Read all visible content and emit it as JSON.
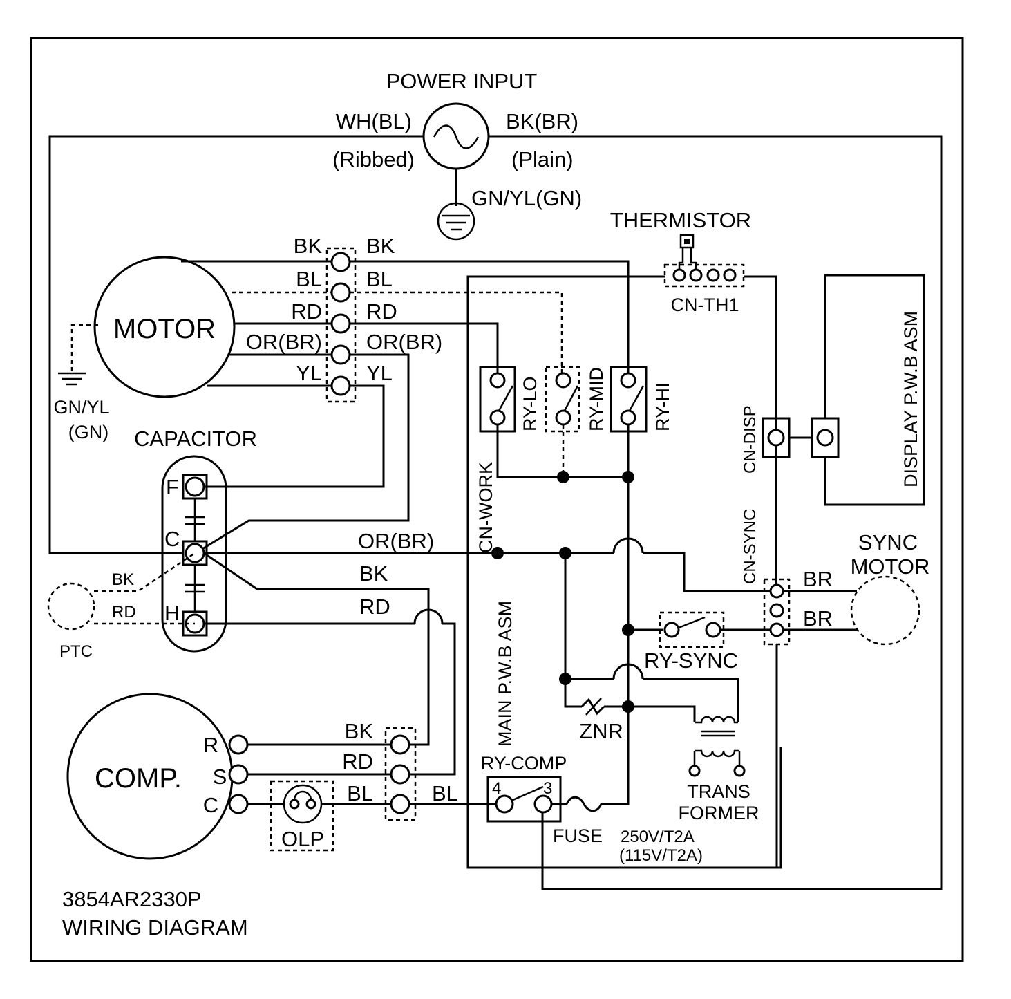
{
  "labels": {
    "power_input": "POWER INPUT",
    "wh_bl": "WH(BL)",
    "ribbed": "(Ribbed)",
    "bk_br": "BK(BR)",
    "plain": "(Plain)",
    "gn_yl_gn": "GN/YL(GN)",
    "thermistor": "THERMISTOR",
    "cn_th1": "CN-TH1",
    "motor": "MOTOR",
    "gn_yl": "GN/YL",
    "gn": "(GN)",
    "capacitor": "CAPACITOR",
    "cap_f": "F",
    "cap_c": "C",
    "cap_h": "H",
    "ptc": "PTC",
    "ptc_bk": "BK",
    "ptc_rd": "RD",
    "motor_left": [
      "BK",
      "BL",
      "RD",
      "OR(BR)",
      "YL"
    ],
    "motor_right": [
      "BK",
      "BL",
      "RD",
      "OR(BR)",
      "YL"
    ],
    "ry_lo": "RY-LO",
    "ry_mid": "RY-MID",
    "ry_hi": "RY-HI",
    "cn_work": "CN-WORK",
    "main_pwb": "MAIN P.W.B ASM",
    "or_br_mid": "OR(BR)",
    "bk_mid": "BK",
    "rd_mid": "RD",
    "cn_disp": "CN-DISP",
    "display_pwb": "DISPLAY P.W.B ASM",
    "cn_sync": "CN-SYNC",
    "sync_motor_1": "SYNC",
    "sync_motor_2": "MOTOR",
    "br_1": "BR",
    "br_2": "BR",
    "ry_sync": "RY-SYNC",
    "znr": "ZNR",
    "trans_1": "TRANS",
    "trans_2": "FORMER",
    "comp": "COMP.",
    "comp_r": "R",
    "comp_s": "S",
    "comp_c": "C",
    "comp_wires": [
      "BK",
      "RD",
      "BL"
    ],
    "olp": "OLP",
    "bl_right": "BL",
    "ry_comp": "RY-COMP",
    "pin_4": "4",
    "pin_3": "3",
    "fuse": "FUSE",
    "fuse_rating_1": "250V/T2A",
    "fuse_rating_2": "(115V/T2A)",
    "part_number": "3854AR2330P",
    "title": "WIRING DIAGRAM"
  }
}
